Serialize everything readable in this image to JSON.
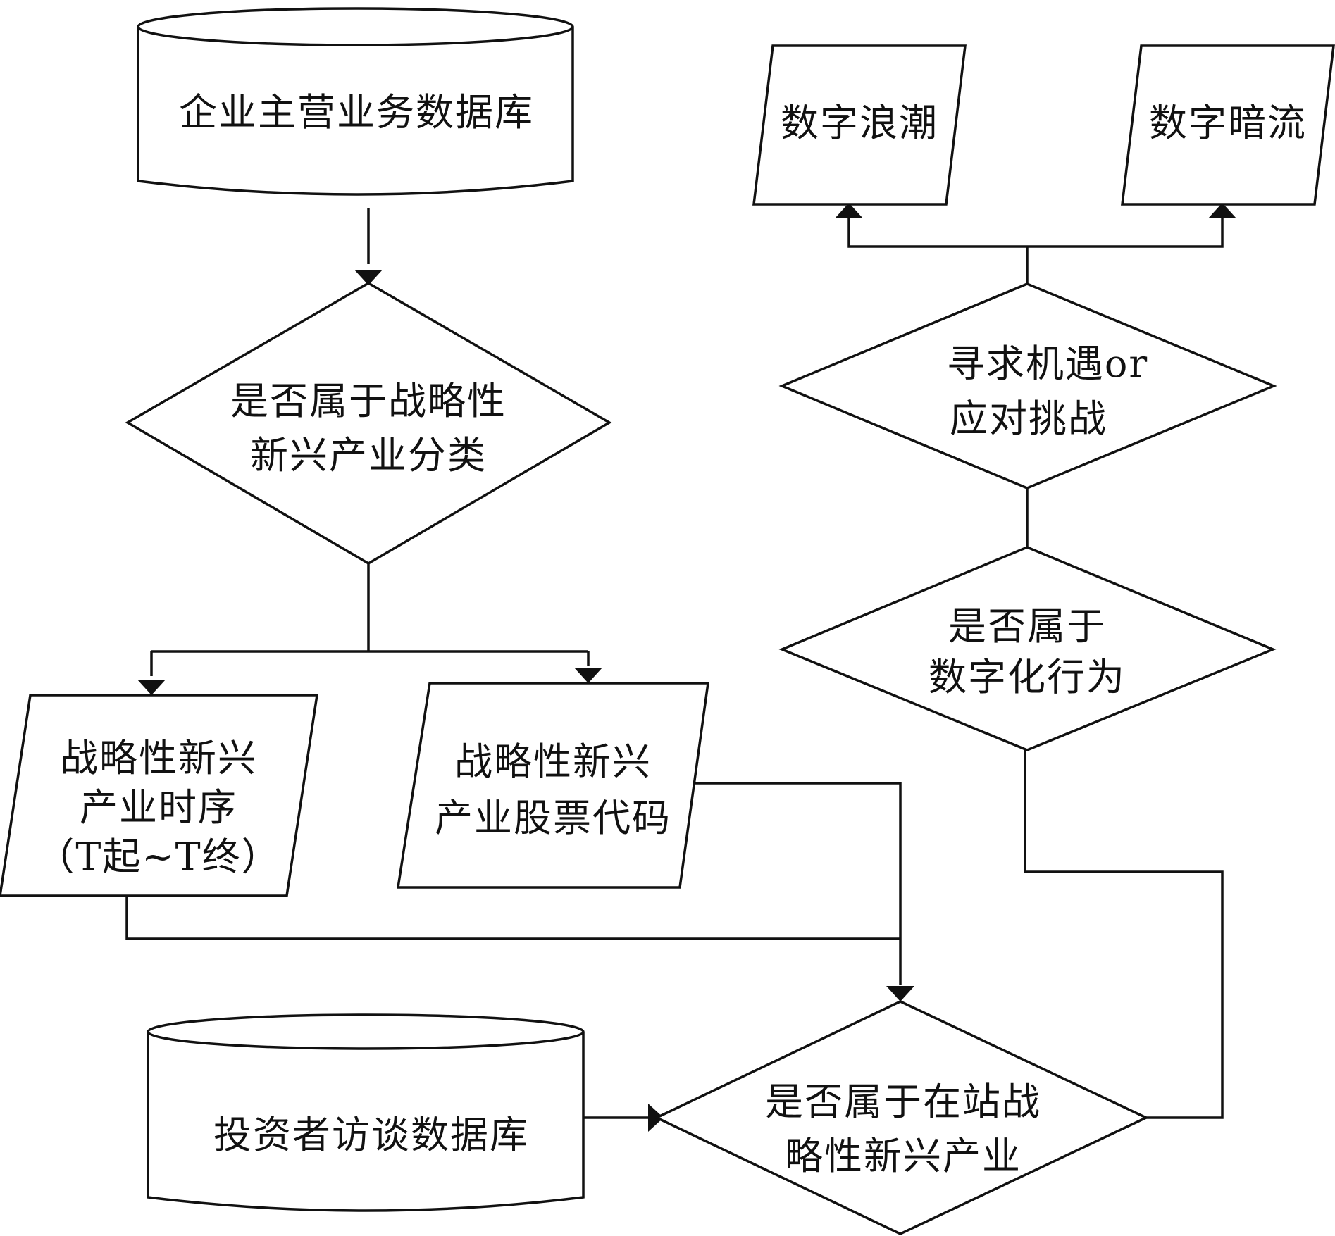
{
  "nodes": {
    "enterprise_db": {
      "label": "企业主营业务数据库"
    },
    "strategic_classify": {
      "line1": "是否属于战略性",
      "line2": "新兴产业分类"
    },
    "timeline": {
      "line1": "战略性新兴",
      "line2": "产业时序",
      "line3": "（T起~T终）"
    },
    "stock_code": {
      "line1": "战略性新兴",
      "line2": "产业股票代码"
    },
    "investor_db": {
      "label": "投资者访谈数据库"
    },
    "in_strategic": {
      "line1": "是否属于在站战",
      "line2": "略性新兴产业"
    },
    "digital_behavior": {
      "line1": "是否属于",
      "line2": "数字化行为"
    },
    "opportunity": {
      "line1": "寻求机遇or",
      "line2": "应对挑战"
    },
    "digital_wave": {
      "label": "数字浪潮"
    },
    "digital_undercurrent": {
      "label": "数字暗流"
    }
  },
  "colors": {
    "stroke": "#111111",
    "fill": "#ffffff",
    "text": "#111111"
  }
}
